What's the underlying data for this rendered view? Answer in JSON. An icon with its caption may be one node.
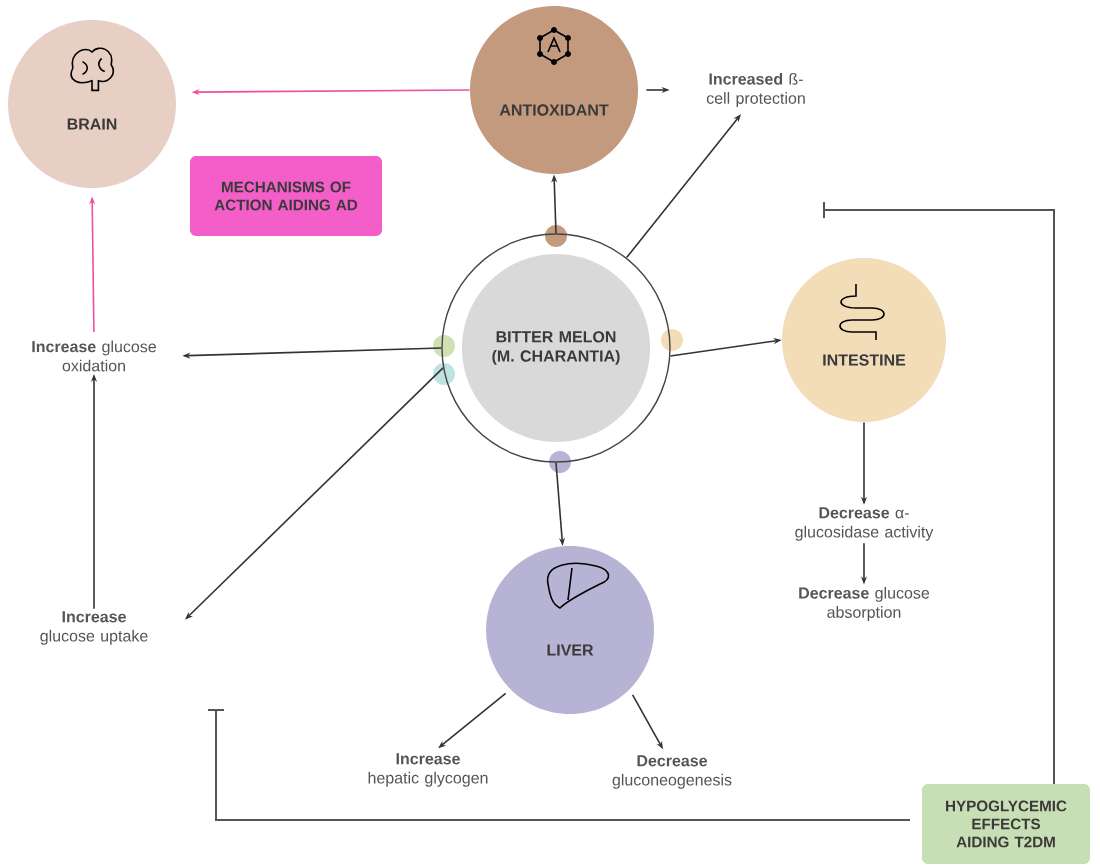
{
  "diagram": {
    "nodes": [
      {
        "text": [
          "BRAIN"
        ]
      },
      {
        "text": [
          "ANTIOXIDANT"
        ]
      },
      {
        "text": [
          "MECHANISMS OF ACTION AIDING AD"
        ]
      },
      {
        "text": [
          "**Increased** ß-cell protection"
        ]
      },
      {
        "text": [
          "BITTER MELON (M. CHARANTIA)"
        ]
      },
      {
        "text": [
          "**Increase** glucose oxidation"
        ]
      },
      {
        "text": [
          "INTESTINE"
        ]
      },
      {
        "text": [
          "**Increase** glucose uptake"
        ]
      },
      {
        "text": [
          "LIVER"
        ]
      },
      {
        "text": [
          "**Decrease** α-glucosidase activity"
        ]
      },
      {
        "text": [
          "**Decrease** glucose absorption"
        ]
      },
      {
        "text": [
          "**Increase** hepatic glycogen"
        ]
      },
      {
        "text": [
          "**Decrease** gluconeogenesis"
        ]
      },
      {
        "text": [
          "HYPOGLYCEMIC EFFECTS AIDING T2DM"
        ]
      }
    ],
    "edges": [
      {
        "from": 1,
        "to": 0,
        "arrow": "to",
        "color": "#ee4fa6"
      },
      {
        "from": 4,
        "to": 1,
        "arrow": "to"
      },
      {
        "from": 1,
        "to": 3,
        "arrow": "to"
      },
      {
        "from": 4,
        "to": 3,
        "arrow": "to"
      },
      {
        "from": 4,
        "to": 6,
        "arrow": "to"
      },
      {
        "from": 4,
        "to": 5,
        "arrow": "to"
      },
      {
        "from": 4,
        "to": 7,
        "arrow": "to"
      },
      {
        "from": 7,
        "to": 5,
        "arrow": "to"
      },
      {
        "from": 5,
        "to": 0,
        "arrow": "to",
        "color": "#ee4fa6"
      },
      {
        "from": 6,
        "to": 9,
        "arrow": "to"
      },
      {
        "from": 9,
        "to": 10,
        "arrow": "to"
      },
      {
        "from": 4,
        "to": 8,
        "arrow": "to"
      },
      {
        "from": 8,
        "to": 11,
        "arrow": "to"
      },
      {
        "from": 8,
        "to": 12,
        "arrow": "to"
      }
    ]
  }
}
